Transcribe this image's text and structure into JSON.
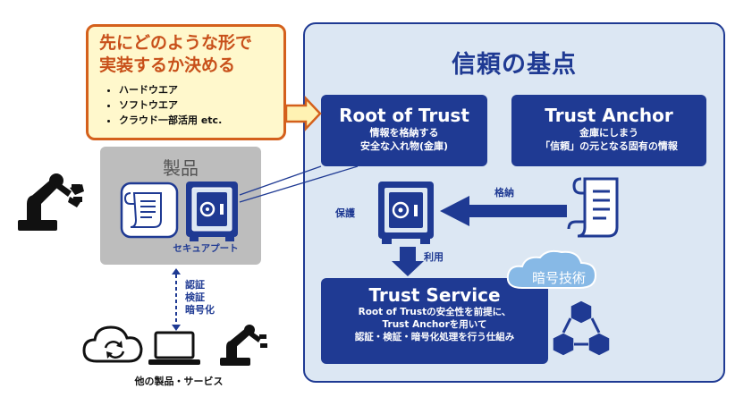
{
  "callout": {
    "heading_line1": "先にどのような形で",
    "heading_line2": "実装するか決める",
    "items": [
      "ハードウエア",
      "ソフトウエア",
      "クラウド一部活用 etc."
    ]
  },
  "product": {
    "label": "製品",
    "secure_part": "セキュアプート"
  },
  "auth_labels": [
    "認証",
    "検証",
    "暗号化"
  ],
  "other": {
    "label": "他の製品・サービス"
  },
  "panel": {
    "title": "信頼の基点",
    "root_of_trust": {
      "title": "Root of Trust",
      "line1": "情報を格納する",
      "line2": "安全な入れ物(金庫)"
    },
    "trust_anchor": {
      "title": "Trust Anchor",
      "line1": "金庫にしまう",
      "line2": "「信頼」の元となる固有の情報"
    },
    "protect_label": "保護",
    "store_label": "格納",
    "use_label": "利用",
    "crypto_label": "暗号技術",
    "trust_service": {
      "title": "Trust Service",
      "line1": "Root of Trustの安全性を前提に、",
      "line2": "Trust Anchorを用いて",
      "line3": "認証・検証・暗号化処理を行う仕組み"
    }
  },
  "colors": {
    "navy": "#1f3a93",
    "panel_bg": "#dce7f3",
    "callout_border": "#d4601c",
    "callout_bg": "#fff8cc",
    "product_bg": "#bdbdbd"
  },
  "icons": [
    "robot-arm-icon",
    "scroll-document-icon",
    "safe-icon",
    "cloud-sync-icon",
    "laptop-icon",
    "blockchain-cubes-icon",
    "crypto-cloud-icon"
  ]
}
